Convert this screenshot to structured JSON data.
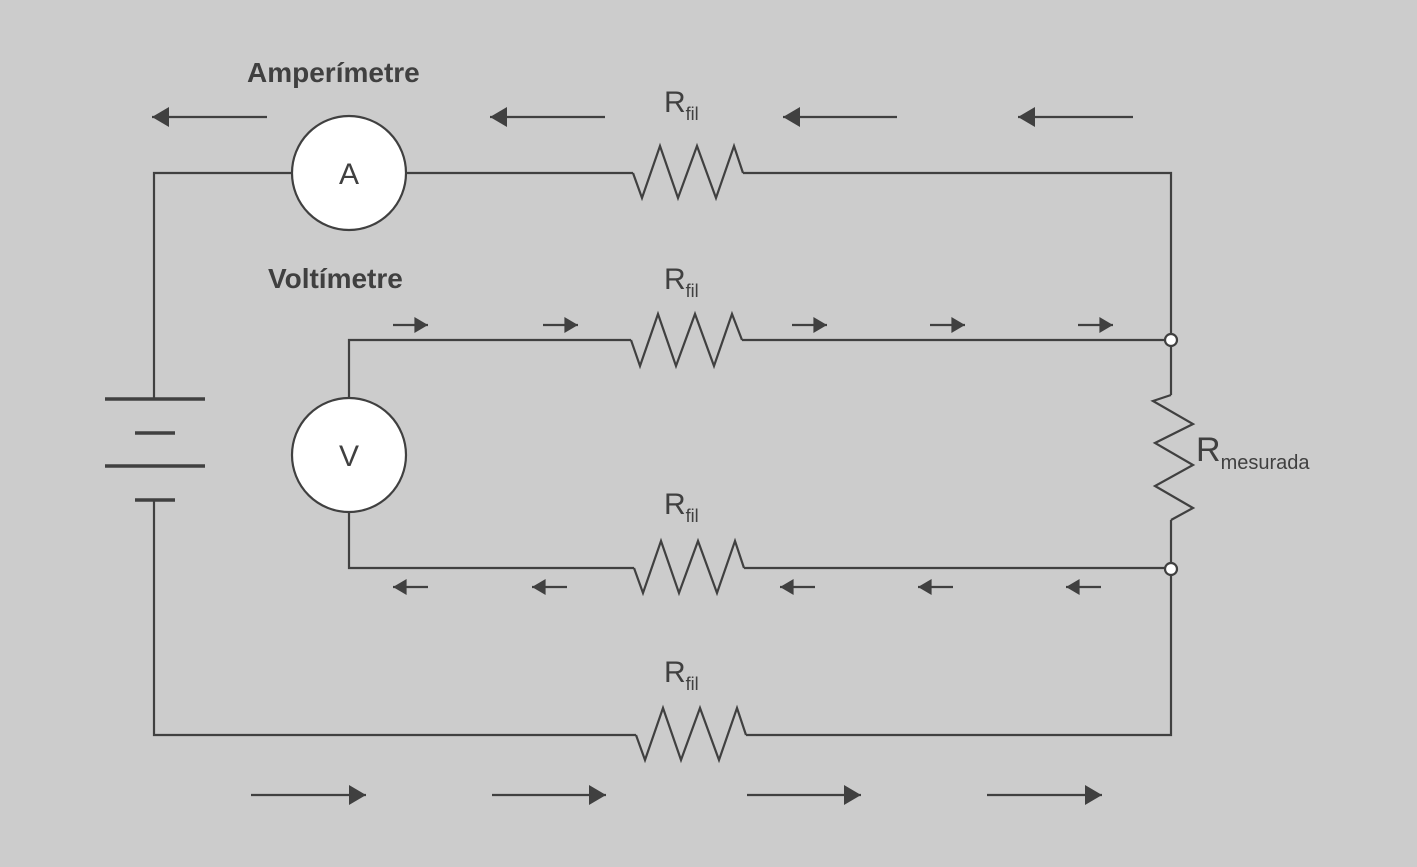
{
  "labels": {
    "ammeter": "Amperímetre",
    "voltmeter": "Voltímetre",
    "ammeter_symbol": "A",
    "voltmeter_symbol": "V",
    "r": "R",
    "fil": "fil",
    "mesurada": "mesurada"
  },
  "colors": {
    "background": "#cccccc",
    "line": "#404040",
    "meter_fill": "#ffffff"
  },
  "current_arrows": {
    "top_wire": "left",
    "voltmeter_top_wire": "right",
    "voltmeter_bottom_wire": "left",
    "bottom_wire": "right"
  }
}
